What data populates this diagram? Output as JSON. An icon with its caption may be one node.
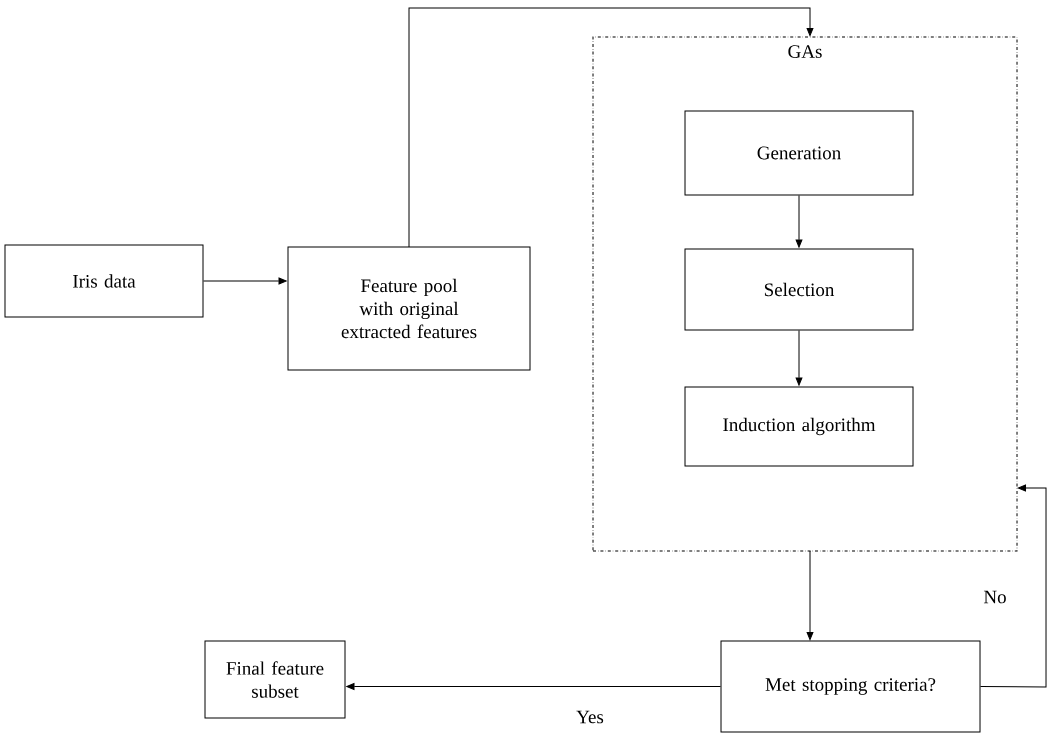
{
  "diagram": {
    "nodes": [
      {
        "text": [
          "Iris data"
        ]
      },
      {
        "text": [
          "Feature pool with original extracted features"
        ]
      },
      {
        "text": [
          "GAs"
        ]
      },
      {
        "text": [
          "Generation"
        ],
        "in": 2
      },
      {
        "text": [
          "Selection"
        ],
        "in": 2
      },
      {
        "text": [
          "Induction algorithm"
        ],
        "in": 2
      },
      {
        "text": [
          "Met stopping criteria?"
        ]
      },
      {
        "text": [
          "Final feature subset"
        ]
      }
    ],
    "edges": [
      {
        "from": 0,
        "to": 1,
        "arrow": "to"
      },
      {
        "from": 1,
        "to": 2,
        "arrow": "to"
      },
      {
        "from": 3,
        "to": 4,
        "arrow": "to"
      },
      {
        "from": 4,
        "to": 5,
        "arrow": "to"
      },
      {
        "from": 2,
        "to": 6,
        "arrow": "to"
      },
      {
        "from": 6,
        "to": 7,
        "arrow": "to",
        "label": "Yes"
      },
      {
        "from": 6,
        "to": 2,
        "arrow": "to",
        "label": "No"
      }
    ]
  }
}
